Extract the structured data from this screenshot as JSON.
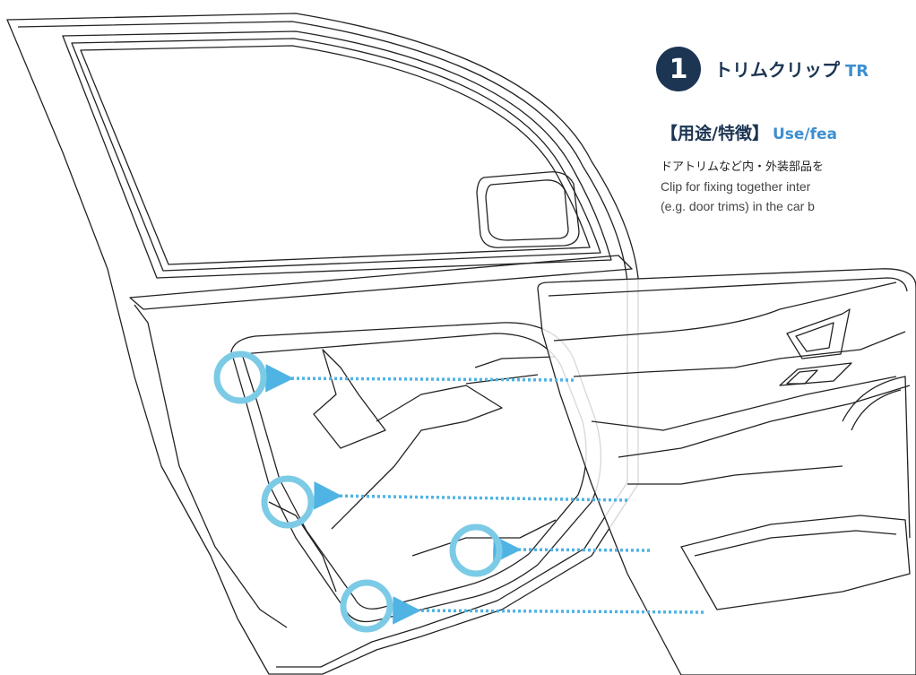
{
  "header": {
    "step_number": "1",
    "title_ja": "トリムクリップ",
    "title_en": "TR"
  },
  "usage": {
    "heading_ja": "【用途/特徴】",
    "heading_en": "Use/fea",
    "line_ja": "ドアトリムなど内・外装部品を",
    "line_en_1": "Clip for fixing together inter",
    "line_en_2": "(e.g. door trims) in the car b"
  },
  "colors": {
    "navy": "#1c3553",
    "accent_blue": "#3d8fd0",
    "marker_blue": "#7ccbe6",
    "arrow_blue": "#4fb3e4",
    "line": "#222222"
  },
  "diagram": {
    "clip_marker_count": 4,
    "icons": [
      "door-frame",
      "door-trim-panel",
      "clip-marker",
      "dotted-arrow"
    ]
  }
}
